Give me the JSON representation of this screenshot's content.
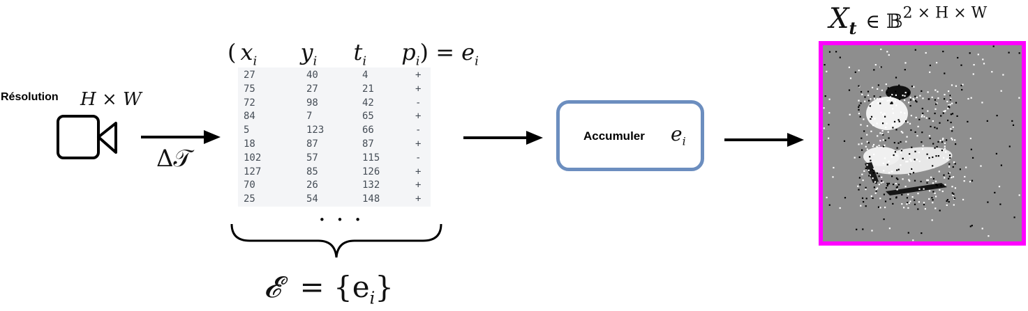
{
  "camera": {
    "resolution_label": "Résolution",
    "resolution_math": "H × W",
    "icon": "video-camera-icon"
  },
  "arrow1_label": "Δ𝒯",
  "table": {
    "header": [
      "( x",
      "i",
      "y",
      "i",
      "t",
      "i",
      "p",
      "i",
      ") = e",
      "i"
    ],
    "rows": [
      [
        "27",
        "40",
        "4",
        "+"
      ],
      [
        "75",
        "27",
        "21",
        "+"
      ],
      [
        "72",
        "98",
        "42",
        "-"
      ],
      [
        "84",
        "7",
        "65",
        "+"
      ],
      [
        "5",
        "123",
        "66",
        "-"
      ],
      [
        "18",
        "87",
        "87",
        "+"
      ],
      [
        "102",
        "57",
        "115",
        "-"
      ],
      [
        "127",
        "85",
        "126",
        "+"
      ],
      [
        "70",
        "26",
        "132",
        "+"
      ],
      [
        "25",
        "54",
        "148",
        "+"
      ]
    ],
    "ellipsis": "· · ·",
    "set_label_E": "𝓔",
    "set_label_rest": "= {e",
    "set_label_sub": "i",
    "set_label_close": "}"
  },
  "accumulator": {
    "label": "Accumuler",
    "math": "e",
    "math_sub": "i"
  },
  "output": {
    "title_X": "X",
    "title_sub": "t",
    "title_rest": "∈ 𝔹",
    "title_sup": "2 × H × W",
    "frame_color": "#ff00ff",
    "background_color": "#8e8e8e"
  }
}
